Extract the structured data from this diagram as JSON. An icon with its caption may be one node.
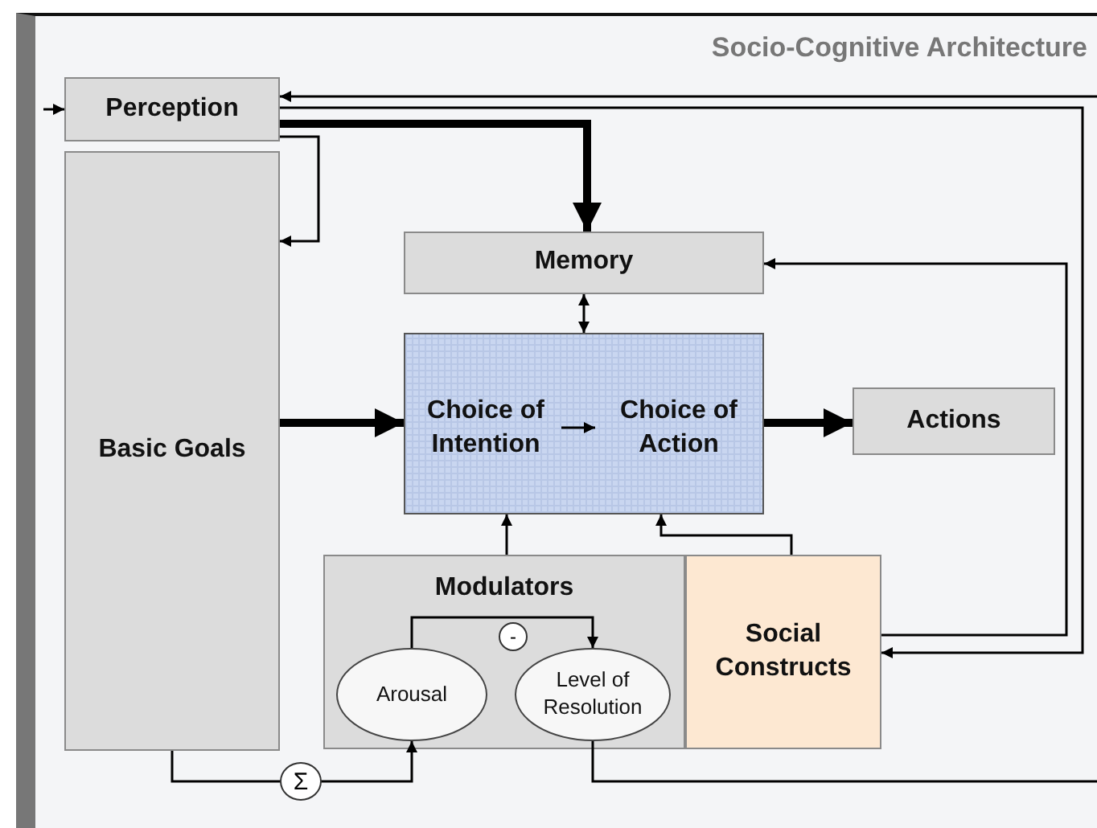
{
  "diagram": {
    "title": "Socio-Cognitive Architecture",
    "nodes": [
      {
        "text": [
          "Perception"
        ]
      },
      {
        "text": [
          "Basic Goals"
        ]
      },
      {
        "text": [
          "Memory"
        ]
      },
      {
        "text": [],
        "shape": "box"
      },
      {
        "text": [
          "Choice of Intention"
        ],
        "in": 3
      },
      {
        "text": [
          "Choice of Action"
        ],
        "in": 3
      },
      {
        "text": [
          "Actions"
        ]
      },
      {
        "text": [
          "Modulators"
        ]
      },
      {
        "text": [
          "Arousal"
        ],
        "in": 7
      },
      {
        "text": [
          "Level of Resolution"
        ],
        "in": 7
      },
      {
        "text": [
          "Social Constructs"
        ]
      }
    ],
    "edges": [
      {
        "from": null,
        "to": 0,
        "arrow": "to"
      },
      {
        "from": 0,
        "to": 2,
        "arrow": "to",
        "style": "thick"
      },
      {
        "from": 0,
        "to": 1,
        "arrow": "to"
      },
      {
        "from": null,
        "to": 0,
        "arrow": "to"
      },
      {
        "from": 0,
        "to": 10,
        "arrow": "to"
      },
      {
        "from": 10,
        "to": 2,
        "arrow": "to"
      },
      {
        "from": 2,
        "to": 3,
        "arrow": "both"
      },
      {
        "from": 1,
        "to": 3,
        "arrow": "to",
        "style": "thick"
      },
      {
        "from": 4,
        "to": 5,
        "arrow": "to"
      },
      {
        "from": 3,
        "to": 6,
        "arrow": "to",
        "style": "thick"
      },
      {
        "from": 7,
        "to": 3,
        "arrow": "to"
      },
      {
        "from": 10,
        "to": 3,
        "arrow": "to"
      },
      {
        "from": 8,
        "to": 9,
        "arrow": "to",
        "label": "-"
      },
      {
        "from": 1,
        "to": 8,
        "arrow": "to",
        "label": "Σ"
      },
      {
        "from": 9,
        "to": null,
        "arrow": "none"
      }
    ]
  }
}
